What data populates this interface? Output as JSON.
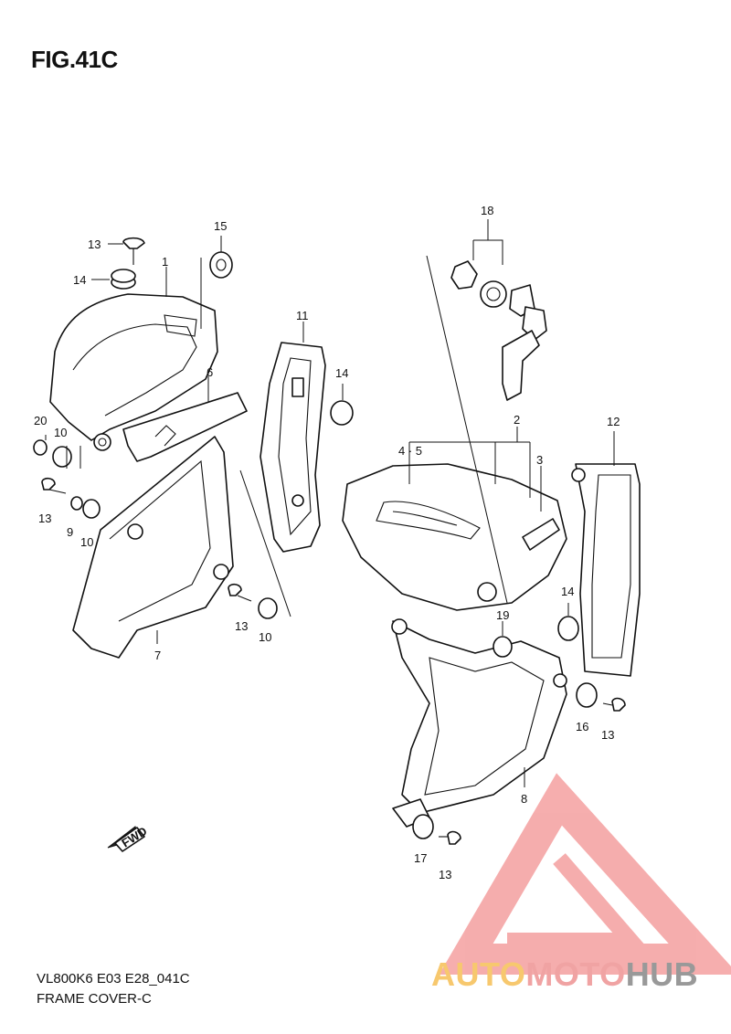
{
  "figure": {
    "title": "FIG.41C"
  },
  "footer": {
    "code": "VL800K6 E03 E28_041C",
    "name": "FRAME COVER-C"
  },
  "watermark": {
    "word_a": "AUTO",
    "word_b": "MOTO",
    "word_c": "HUB",
    "colors": {
      "triangle": "#f5a5a5",
      "auto": "#f7c86e",
      "moto": "#f0a3a3",
      "hub": "#999999"
    }
  },
  "fwd_badge": "FWD",
  "callouts": [
    {
      "label": "1"
    },
    {
      "label": "2"
    },
    {
      "label": "3"
    },
    {
      "label": "4 · 5"
    },
    {
      "label": "6"
    },
    {
      "label": "7"
    },
    {
      "label": "8"
    },
    {
      "label": "9"
    },
    {
      "label": "10"
    },
    {
      "label": "10"
    },
    {
      "label": "10"
    },
    {
      "label": "11"
    },
    {
      "label": "12"
    },
    {
      "label": "13"
    },
    {
      "label": "13"
    },
    {
      "label": "13"
    },
    {
      "label": "13"
    },
    {
      "label": "13"
    },
    {
      "label": "14"
    },
    {
      "label": "14"
    },
    {
      "label": "14"
    },
    {
      "label": "15"
    },
    {
      "label": "16"
    },
    {
      "label": "17"
    },
    {
      "label": "18"
    },
    {
      "label": "19"
    },
    {
      "label": "20"
    }
  ]
}
